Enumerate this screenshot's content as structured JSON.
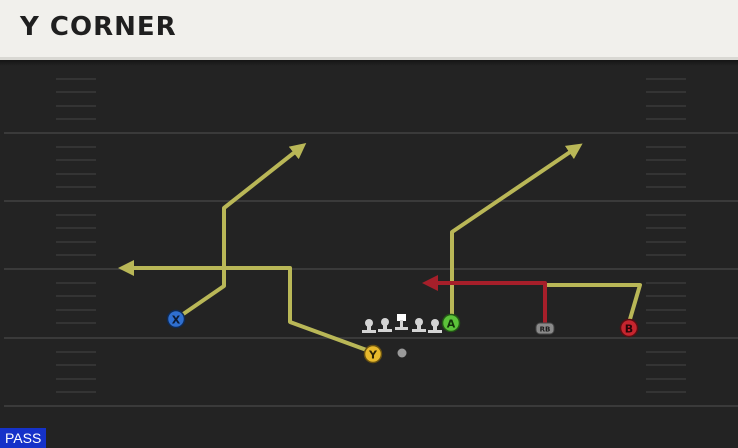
{
  "play": {
    "title": "Y CORNER",
    "type": "PASS"
  },
  "players": [
    {
      "id": "X",
      "label": "X",
      "color": "#2f6fd0"
    },
    {
      "id": "Y",
      "label": "Y",
      "color": "#e8b92c"
    },
    {
      "id": "A",
      "label": "A",
      "color": "#5cc23a"
    },
    {
      "id": "B",
      "label": "B",
      "color": "#c7252e"
    },
    {
      "id": "RB",
      "label": "RB",
      "color": "#8a8a8a"
    }
  ],
  "colors": {
    "route": "#b9b757",
    "block_route": "#a61f2a",
    "field": "#232323",
    "yard_line": "#3a3a3a",
    "play_type_badge": "#1532c9"
  }
}
